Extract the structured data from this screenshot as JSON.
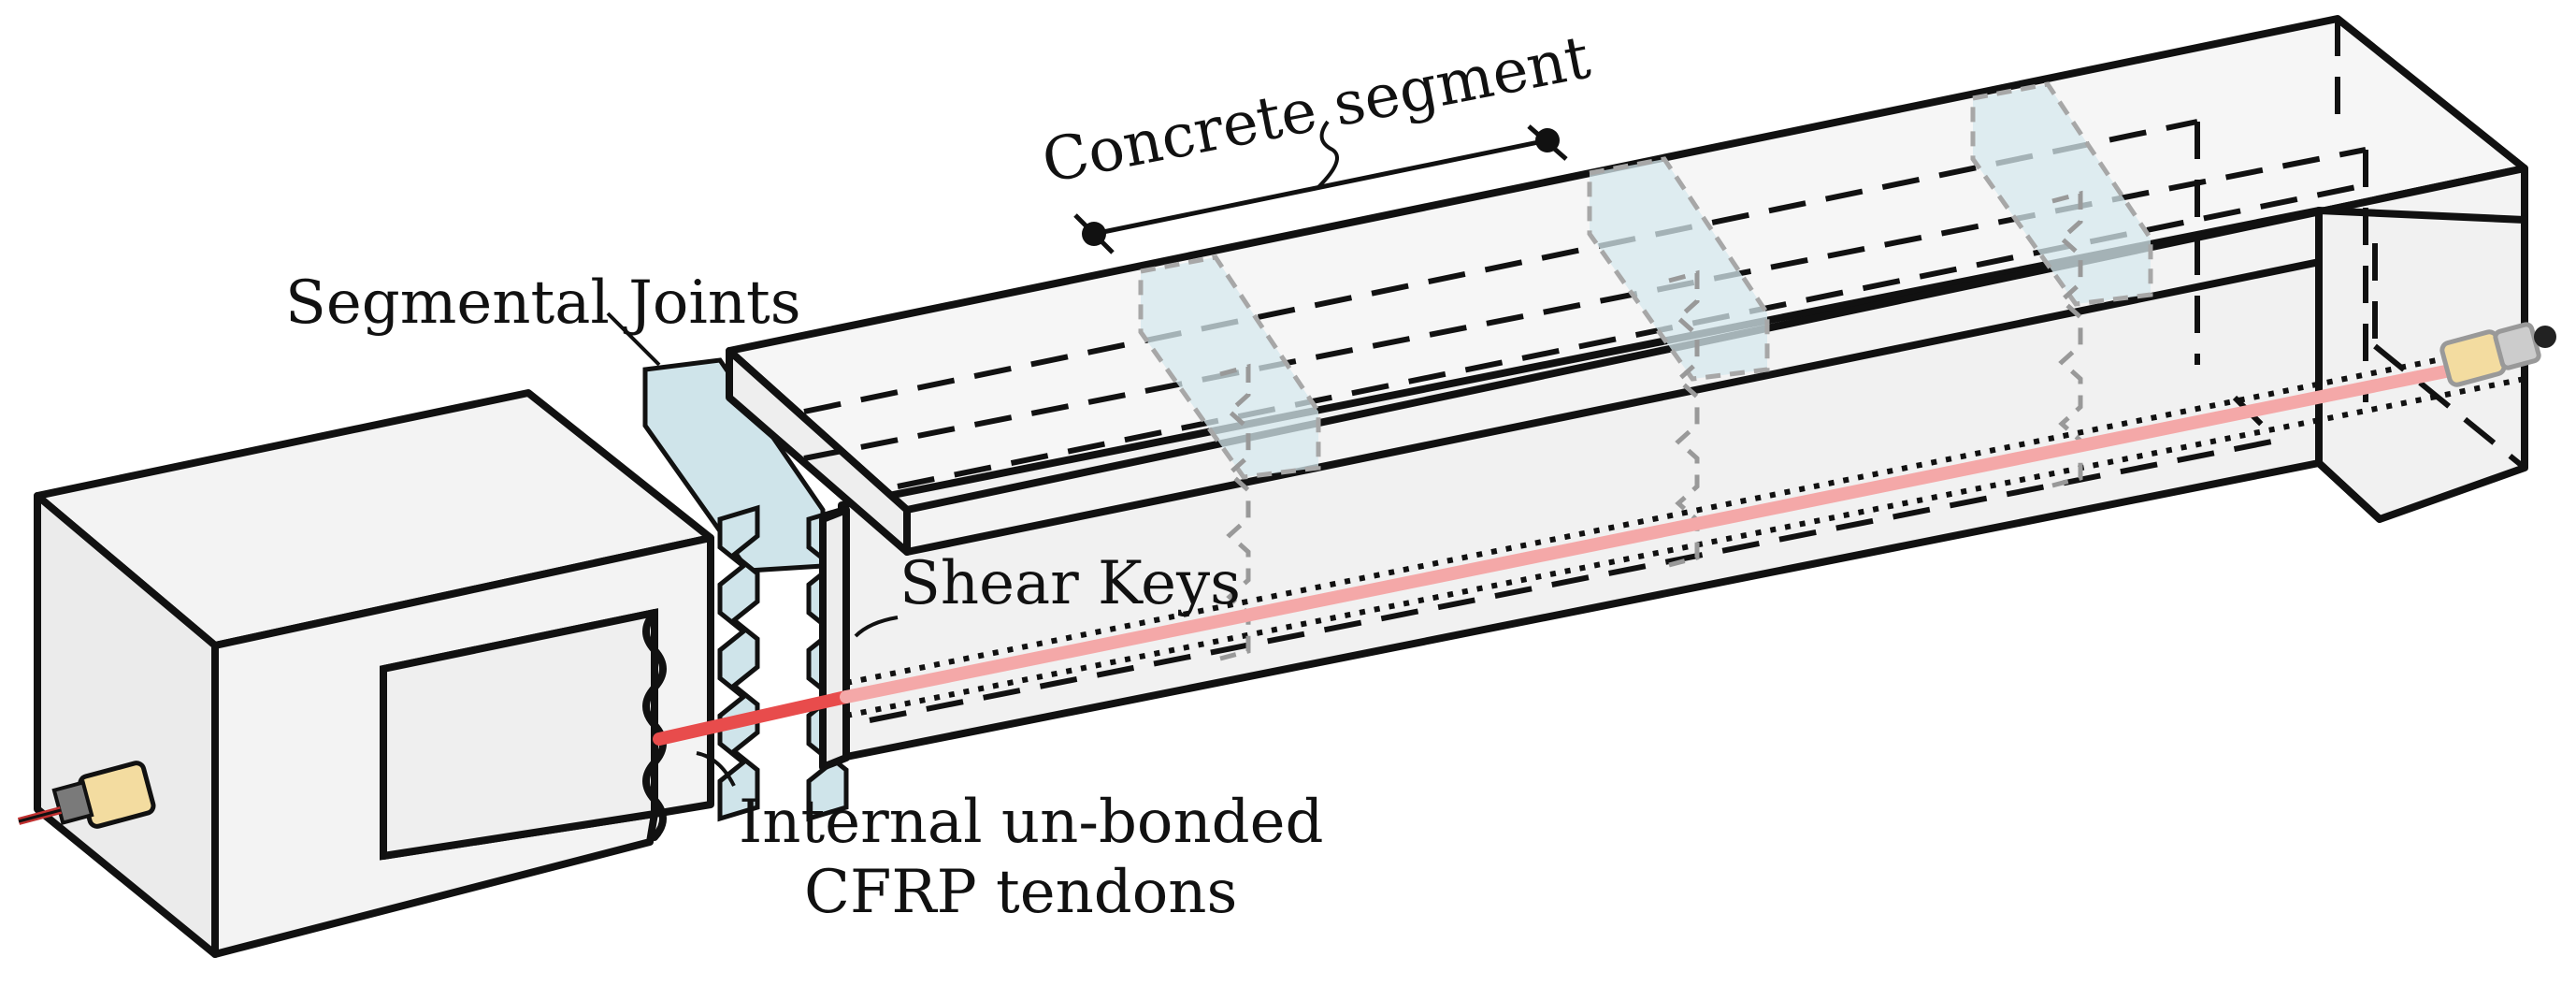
{
  "labels": {
    "concrete_segment": "Concrete segment",
    "segmental_joints": "Segmental Joints",
    "shear_keys": "Shear Keys",
    "tendons_line1": "Internal un-bonded",
    "tendons_line2": "CFRP tendons"
  },
  "colors": {
    "outline": "#111111",
    "joint_fill": "#cfe4ea",
    "tendon": "#f08080",
    "anchor": "#f3dca0",
    "concrete": "#f3f3f3"
  }
}
